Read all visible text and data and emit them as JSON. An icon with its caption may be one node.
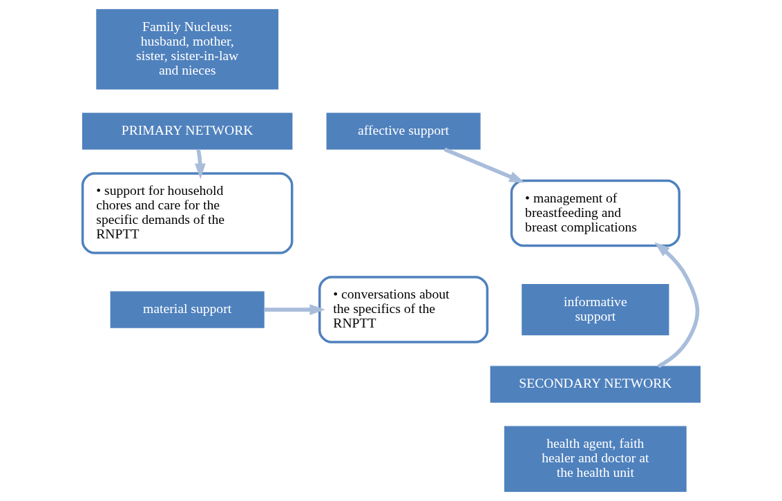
{
  "diagram": {
    "nodes": [
      {
        "text": [
          "Family Nucleus: husband, mother, sister, sister-in-law and nieces"
        ]
      },
      {
        "text": [
          "PRIMARY NETWORK"
        ]
      },
      {
        "text": [
          "• support for household chores and care for the specific demands of the RNPTT"
        ]
      },
      {
        "text": [
          "material support"
        ]
      },
      {
        "text": [
          "affective support"
        ]
      },
      {
        "text": [
          "• conversations about the specifics of the RNPTT"
        ]
      },
      {
        "text": [
          "• management of breastfeeding and breast complications"
        ]
      },
      {
        "text": [
          "informative support"
        ]
      },
      {
        "text": [
          "SECONDARY NETWORK"
        ]
      },
      {
        "text": [
          "health agent, faith healer and doctor at the health unit"
        ]
      }
    ],
    "edges": [
      {
        "from": 1,
        "to": 2,
        "arrow": "to"
      },
      {
        "from": 3,
        "to": 5,
        "arrow": "to"
      },
      {
        "from": 4,
        "to": 6,
        "arrow": "to"
      },
      {
        "from": 8,
        "to": 6,
        "arrow": "to"
      }
    ]
  }
}
